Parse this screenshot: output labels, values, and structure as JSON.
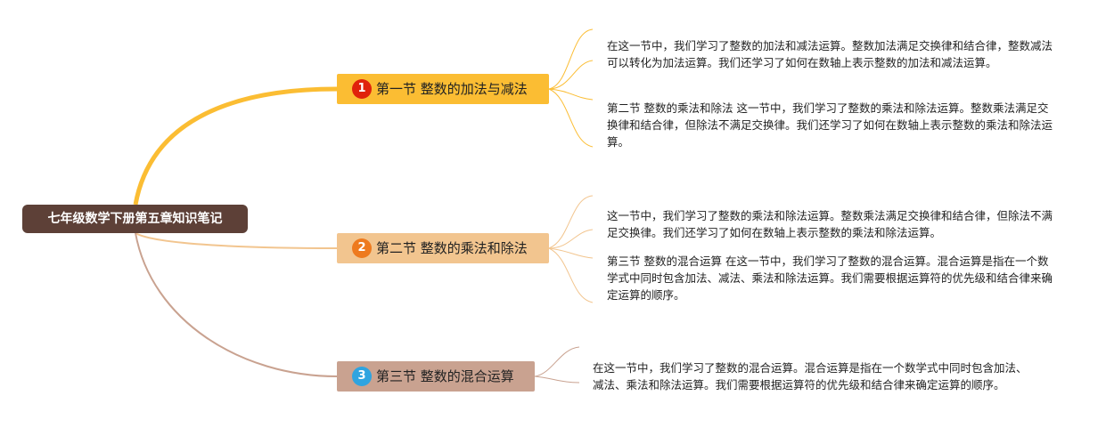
{
  "root": {
    "label": "七年级数学下册第五章知识笔记"
  },
  "branches": [
    {
      "badge": "1",
      "label": "第一节 整数的加法与减法",
      "leaves": [
        "在这一节中，我们学习了整数的加法和减法运算。整数加法满足交换律和结合律，整数减法可以转化为加法运算。我们还学习了如何在数轴上表示整数的加法和减法运算。",
        "第二节 整数的乘法和除法 这一节中，我们学习了整数的乘法和除法运算。整数乘法满足交换律和结合律，但除法不满足交换律。我们还学习了如何在数轴上表示整数的乘法和除法运算。"
      ]
    },
    {
      "badge": "2",
      "label": "第二节 整数的乘法和除法",
      "leaves": [
        "这一节中，我们学习了整数的乘法和除法运算。整数乘法满足交换律和结合律，但除法不满足交换律。我们还学习了如何在数轴上表示整数的乘法和除法运算。",
        "第三节 整数的混合运算 在这一节中，我们学习了整数的混合运算。混合运算是指在一个数学式中同时包含加法、减法、乘法和除法运算。我们需要根据运算符的优先级和结合律来确定运算的顺序。"
      ]
    },
    {
      "badge": "3",
      "label": "第三节 整数的混合运算",
      "leaves": [
        "在这一节中，我们学习了整数的混合运算。混合运算是指在一个数学式中同时包含加法、减法、乘法和除法运算。我们需要根据运算符的优先级和结合律来确定运算的顺序。"
      ]
    }
  ],
  "colors": {
    "root": "#5d4037",
    "branch1": "#fbbd33",
    "branch2": "#f2c58f",
    "branch3": "#c9a290",
    "badge1": "#e0220b",
    "badge2": "#ee7a1e",
    "badge3": "#2fa4e0"
  }
}
